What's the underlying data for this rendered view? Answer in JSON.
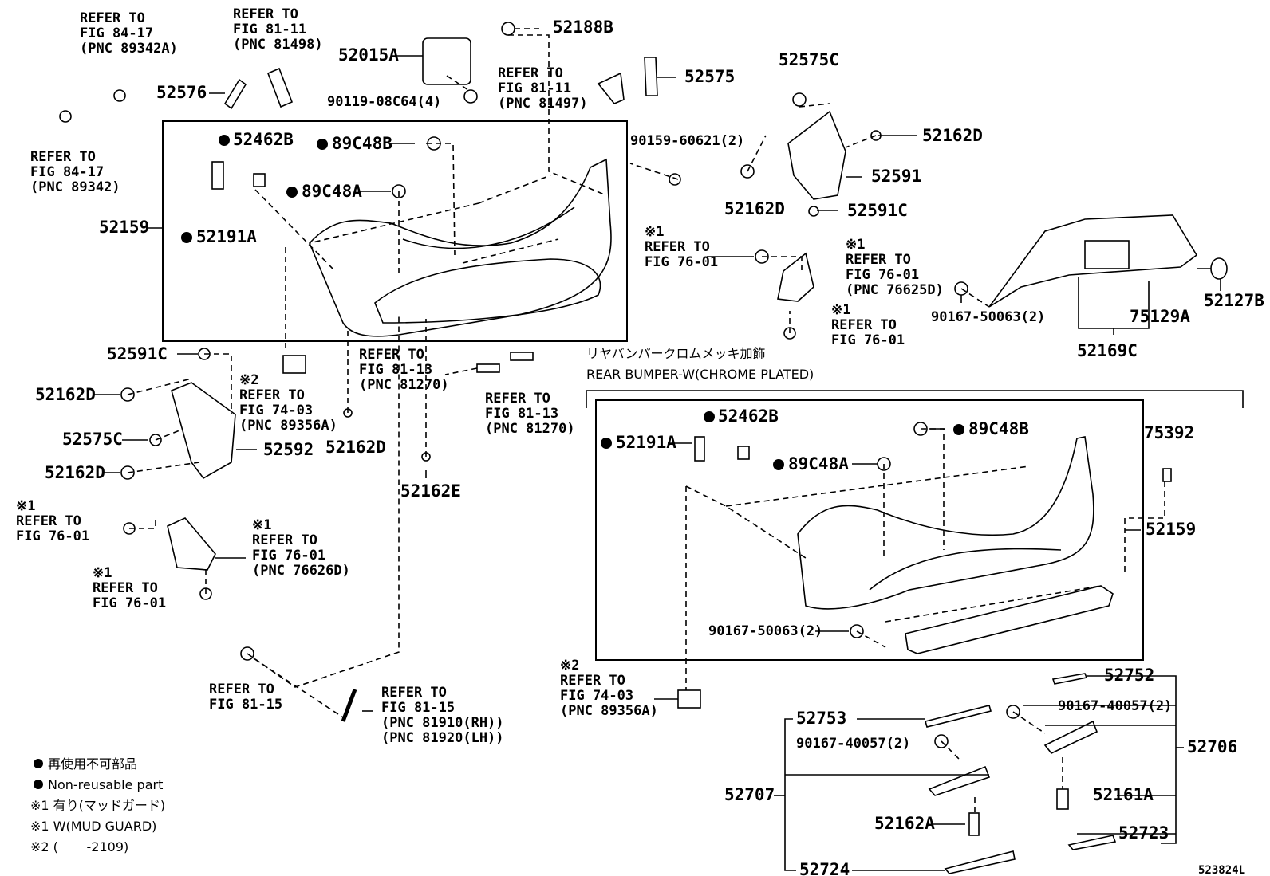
{
  "labels": {
    "l52188B": "52188B",
    "l52015A": "52015A",
    "l9011908": "90119-08C64(4)",
    "l52575": "52575",
    "l52576": "52576",
    "l52575C_t": "52575C",
    "l52162D_t": "52162D",
    "l52591": "52591",
    "l52162D_t2": "52162D",
    "l52591C_t": "52591C",
    "l52462B_a": "52462B",
    "l89C48B_a": "89C48B",
    "l89C48A_a": "89C48A",
    "l52191A_a": "52191A",
    "l52159_a": "52159",
    "l90159": "90159-60621(2)",
    "l52127B": "52127B",
    "l75129A": "75129A",
    "l52169C": "52169C",
    "l90167_a": "90167-50063(2)",
    "l52591C_b": "52591C",
    "l52162D_b1": "52162D",
    "l52575C_b": "52575C",
    "l52592": "52592",
    "l52162D_b2": "52162D",
    "l52162D_c": "52162D",
    "l52162E": "52162E",
    "l52462B_b": "52462B",
    "l52191A_b": "52191A",
    "l89C48B_b": "89C48B",
    "l89C48A_b": "89C48A",
    "l75392": "75392",
    "l52159_b": "52159",
    "l90167_b": "90167-50063(2)",
    "l52752": "52752",
    "l52753": "52753",
    "l90167_40057_a": "90167-40057(2)",
    "l90167_40057_b": "90167-40057(2)",
    "l52706": "52706",
    "l52707": "52707",
    "l52161A": "52161A",
    "l52162A": "52162A",
    "l52723": "52723",
    "l52724": "52724",
    "diagram_id": "523824L"
  },
  "refs": {
    "r1": [
      "REFER TO",
      "FIG 84-17",
      "(PNC 89342A)"
    ],
    "r2": [
      "REFER TO",
      "FIG 81-11",
      "(PNC 81498)"
    ],
    "r3": [
      "REFER TO",
      "FIG 84-17",
      "(PNC 89342)"
    ],
    "r4": [
      "REFER TO",
      "FIG 81-11",
      "(PNC 81497)"
    ],
    "r5": [
      "※1",
      "REFER TO",
      "FIG 76-01"
    ],
    "r6": [
      "※1",
      "REFER TO",
      "FIG 76-01",
      "(PNC 76625D)"
    ],
    "r7": [
      "※1",
      "REFER TO",
      "FIG 76-01"
    ],
    "r8": [
      "※2",
      "REFER TO",
      "FIG 74-03",
      "(PNC 89356A)"
    ],
    "r9": [
      "REFER TO",
      "FIG 81-13",
      "(PNC 81270)"
    ],
    "r10": [
      "REFER TO",
      "FIG 81-13",
      "(PNC 81270)"
    ],
    "r11": [
      "※1",
      "REFER TO",
      "FIG 76-01"
    ],
    "r12": [
      "※1",
      "REFER TO",
      "FIG 76-01",
      "(PNC 76626D)"
    ],
    "r13": [
      "※1",
      "REFER TO",
      "FIG 76-01"
    ],
    "r14": [
      "REFER TO",
      "FIG 81-15"
    ],
    "r15": [
      "REFER TO",
      "FIG 81-15",
      "(PNC 81910(RH))",
      "(PNC 81920(LH))"
    ],
    "r16": [
      "※2",
      "REFER TO",
      "FIG 74-03",
      "(PNC 89356A)"
    ]
  },
  "section": {
    "jp_title": "リヤバンパークロムメッキ加飾",
    "en_title": "REAR BUMPER-W(CHROME PLATED)"
  },
  "legend": {
    "jp1": "再使用不可部品",
    "en1": "Non-reusable part",
    "note1_jp": "※1 有り(マッドガード)",
    "note1_en": "※1 W(MUD GUARD)",
    "note2": "※2 (       -2109)"
  }
}
